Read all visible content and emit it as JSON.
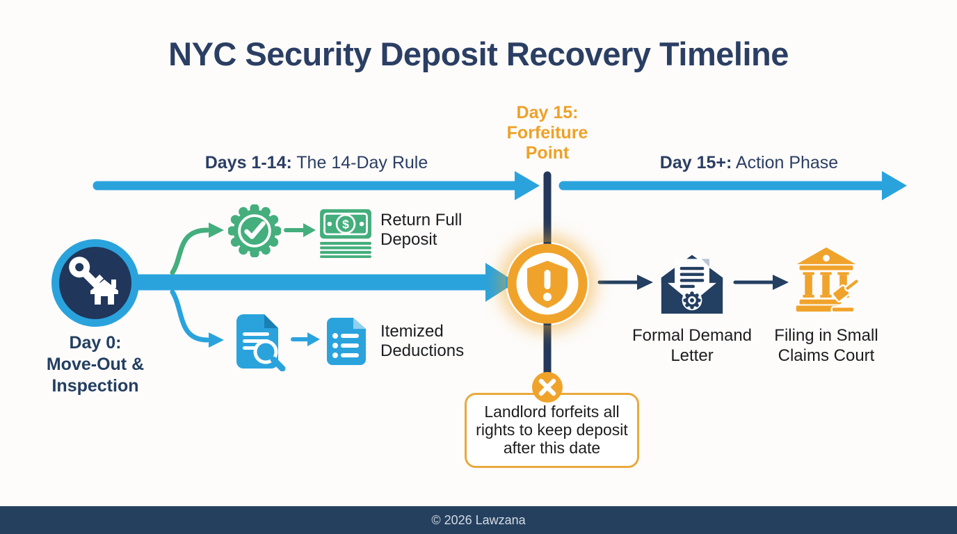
{
  "title": "NYC Security Deposit Recovery Timeline",
  "colors": {
    "navy": "#233f61",
    "blue": "#2aa3dd",
    "green": "#44ae7c",
    "orange": "#f0a32b",
    "text_dark": "#1d1d1f",
    "background": "#fdfcfb"
  },
  "timeline": {
    "phase1": {
      "bold": "Days 1-14:",
      "rest": " The 14-Day Rule"
    },
    "milestone": {
      "label": "Day 15:\nForfeiture\nPoint"
    },
    "phase2": {
      "bold": "Day 15+:",
      "rest": " Action Phase"
    }
  },
  "nodes": {
    "day0": {
      "label": "Day 0:\nMove-Out &\nInspection",
      "icon": "key-house-icon"
    },
    "return_deposit": {
      "label": "Return Full\nDeposit",
      "icons": [
        "check-badge-icon",
        "cash-icon"
      ]
    },
    "itemized": {
      "label": "Itemized\nDeductions",
      "icons": [
        "document-search-icon",
        "list-document-icon"
      ]
    },
    "forfeiture": {
      "icon": "alert-shield-icon"
    },
    "demand_letter": {
      "label": "Formal Demand\nLetter",
      "icon": "envelope-letter-icon"
    },
    "small_claims": {
      "label": "Filing in Small\nClaims Court",
      "icon": "courthouse-gavel-icon"
    }
  },
  "callout": {
    "icon": "x-circle-icon",
    "text": "Landlord forfeits all\nrights to keep deposit\nafter this date"
  },
  "footer": {
    "copyright": "© 2026 Lawzana"
  }
}
